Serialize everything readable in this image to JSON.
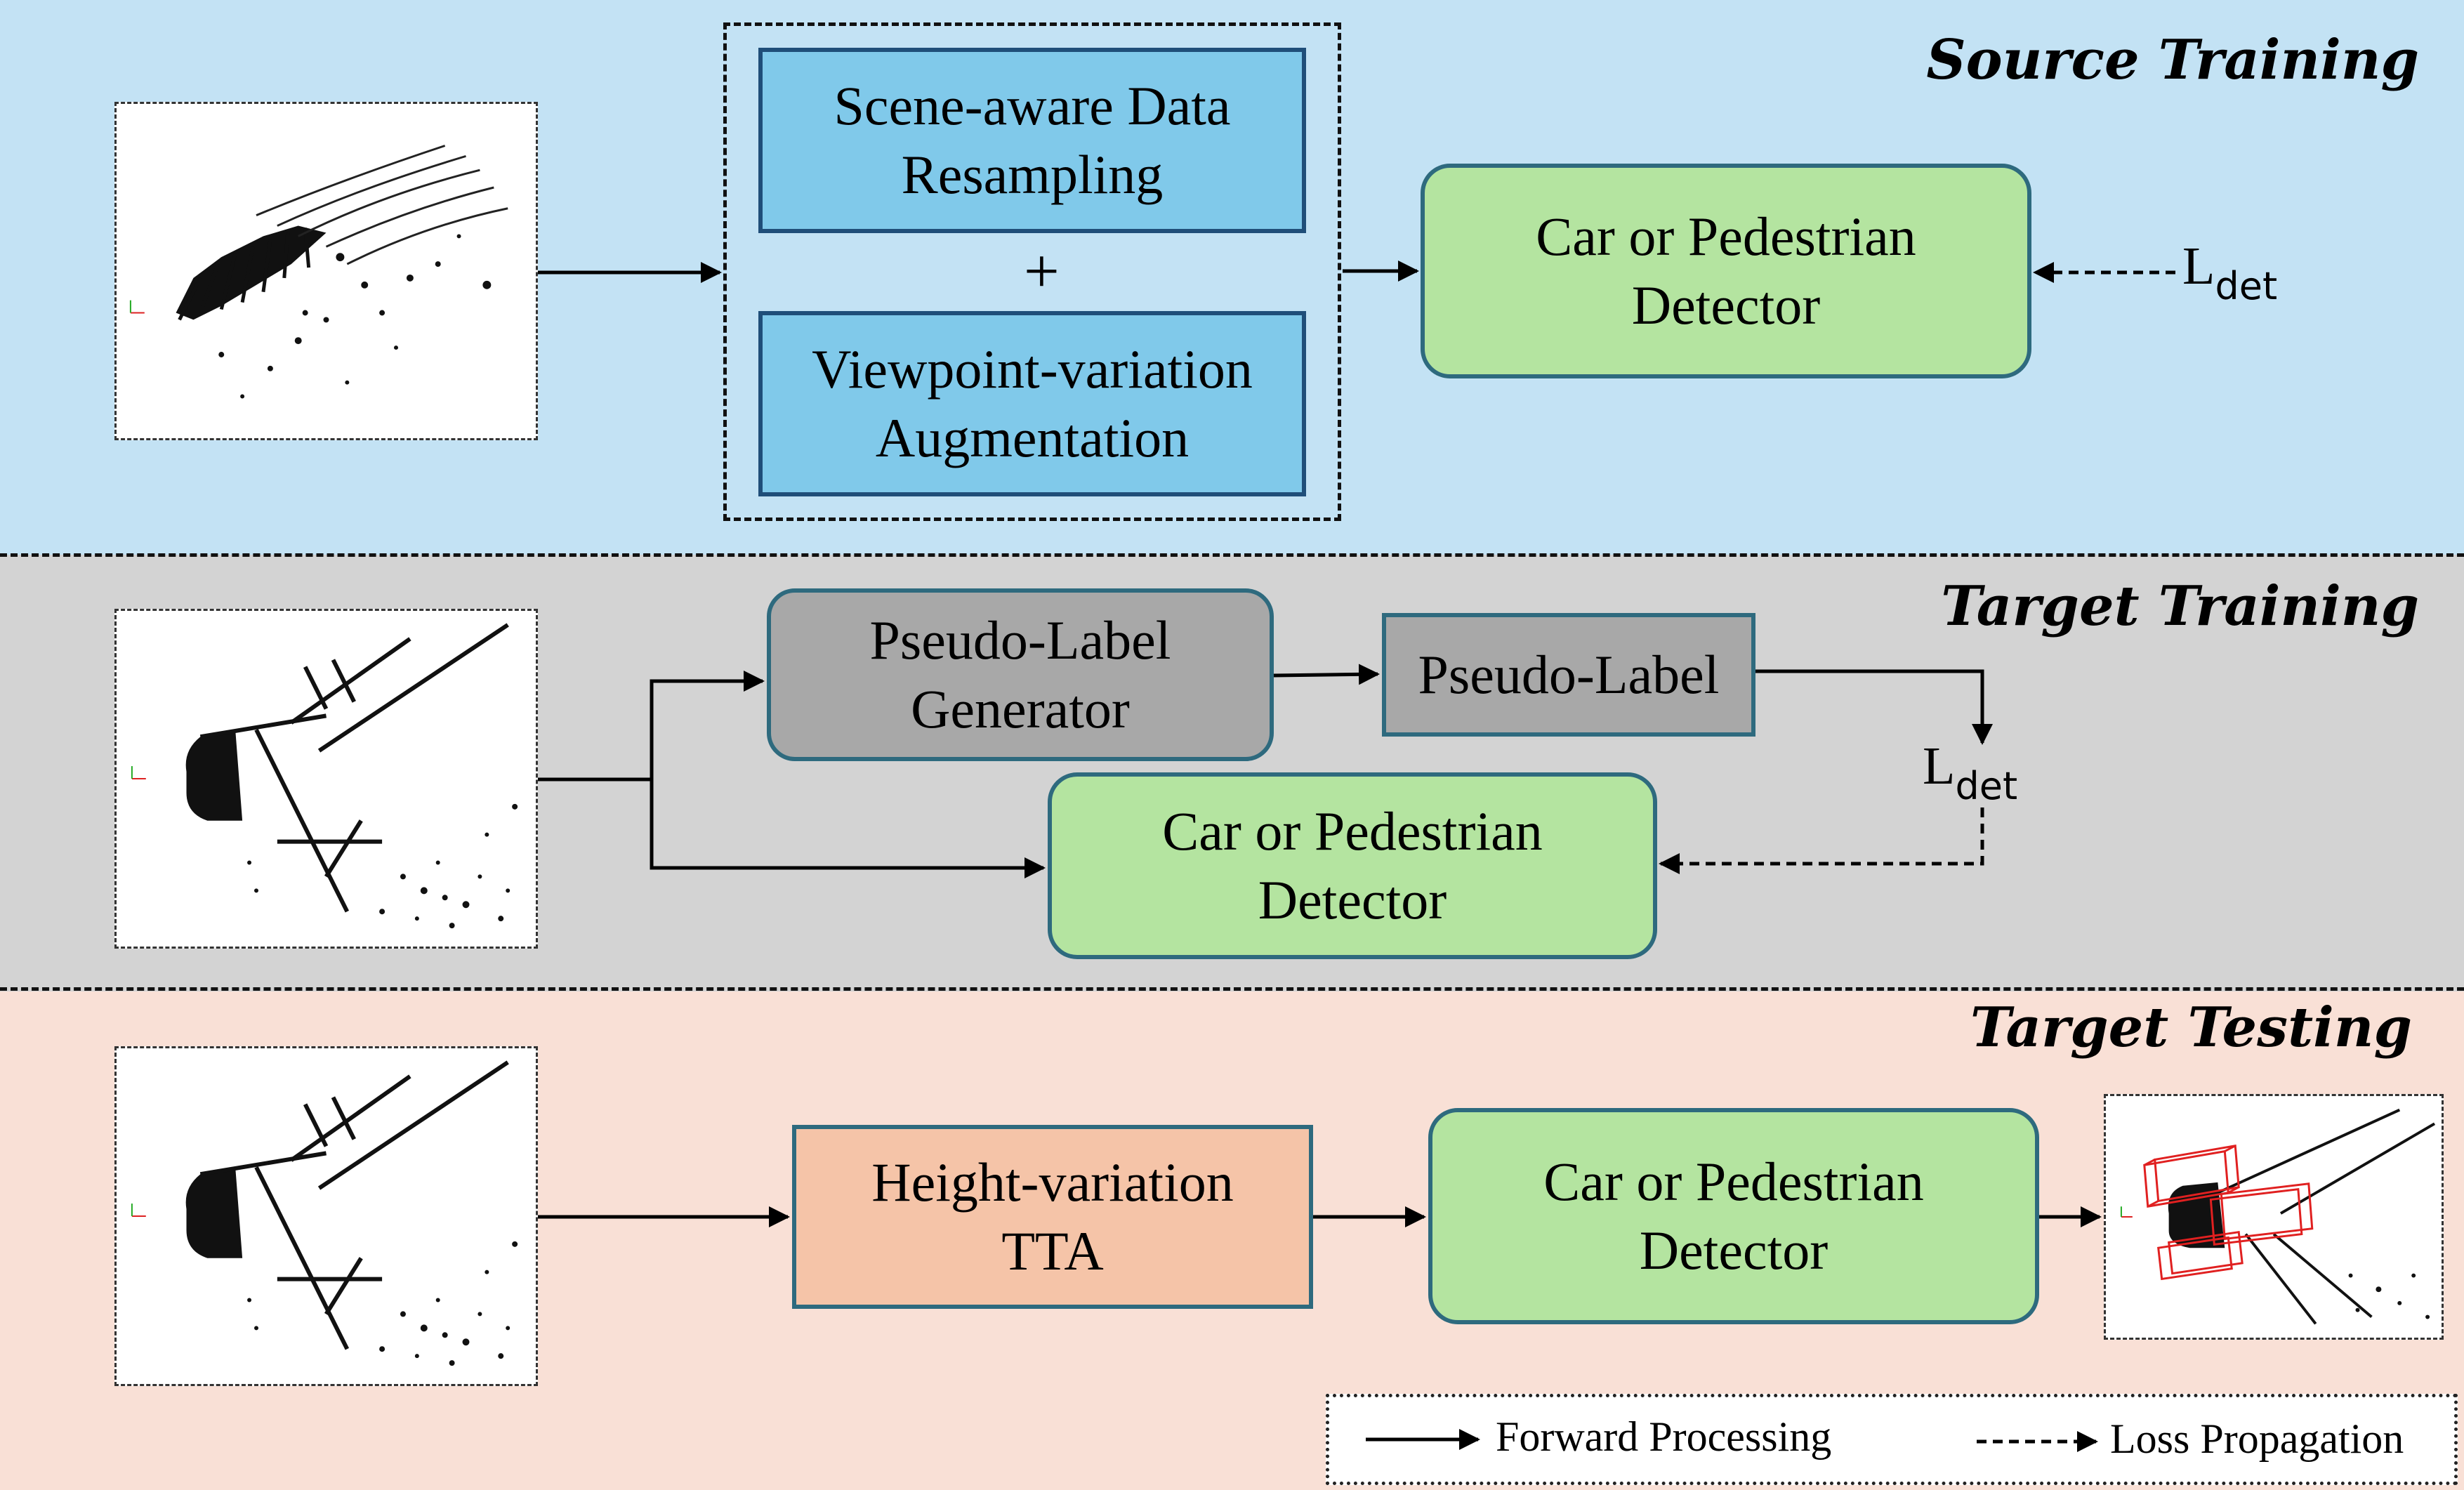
{
  "sections": {
    "source_training": {
      "title": "Source Training"
    },
    "target_training": {
      "title": "Target Training"
    },
    "target_testing": {
      "title": "Target Testing"
    }
  },
  "source": {
    "resampling_box": "Scene-aware Data\nResampling",
    "plus": "+",
    "augmentation_box": "Viewpoint-variation\nAugmentation",
    "detector_box": "Car or Pedestrian\nDetector",
    "loss": {
      "base": "L",
      "sub": "det"
    }
  },
  "target_train": {
    "generator_box": "Pseudo-Label\nGenerator",
    "pseudo_label_box": "Pseudo-Label",
    "detector_box": "Car or Pedestrian\nDetector",
    "loss": {
      "base": "L",
      "sub": "det"
    }
  },
  "target_test": {
    "tta_box": "Height-variation\nTTA",
    "detector_box": "Car or Pedestrian\nDetector"
  },
  "legend": {
    "forward": "Forward Processing",
    "loss": "Loss Propagation"
  },
  "colors": {
    "source_bg": "#c3e2f4",
    "target_train_bg": "#d3d3d3",
    "target_test_bg": "#f9e0d6",
    "blue_box": "#80c9ea",
    "green_box": "#b4e4a0",
    "gray_box": "#a8a8a8",
    "peach_box": "#f5c4a8",
    "bbox_red": "#e02020"
  }
}
